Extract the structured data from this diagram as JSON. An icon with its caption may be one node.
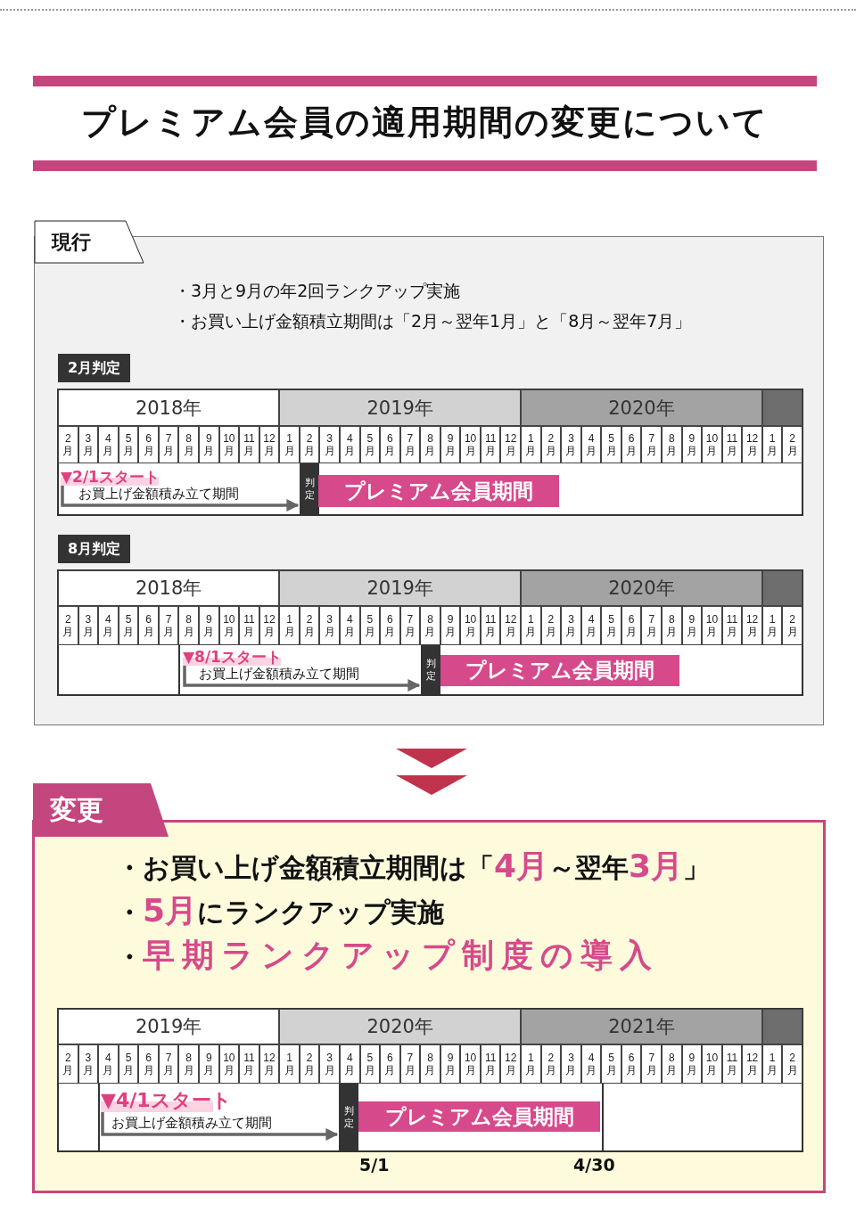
{
  "diagram": {
    "title": "プレミアム会員の適用期間の変更について",
    "nodes": [
      {
        "text": [
          "現行",
          "・3月と9月の年2回ランクアップ実施",
          "・お買い上げ金額積立期間は「2月～翌年1月」と「8月～翌年7月」"
        ]
      },
      {
        "text": [
          "2月判定"
        ],
        "in": 0
      },
      {
        "text": [
          "▼2/1スタート"
        ],
        "in": 0
      },
      {
        "text": [
          "判定"
        ],
        "in": 0
      },
      {
        "text": [
          "プレミアム会員期間"
        ],
        "in": 0
      },
      {
        "text": [
          "8月判定"
        ],
        "in": 0
      },
      {
        "text": [
          "▼8/1スタート"
        ],
        "in": 0
      },
      {
        "text": [
          "判定"
        ],
        "in": 0
      },
      {
        "text": [
          "プレミアム会員期間"
        ],
        "in": 0
      },
      {
        "text": [
          "変更",
          "・お買い上げ金額積立期間は「**4月**～翌年**3月**」",
          "・**5月**にランクアップ実施",
          "・**早期ランクアップ制度の導入**"
        ]
      },
      {
        "text": [
          "▼4/1スタート"
        ],
        "in": 9
      },
      {
        "text": [
          "判定"
        ],
        "in": 9
      },
      {
        "text": [
          "プレミアム会員期間"
        ],
        "in": 9
      }
    ],
    "edges": [
      {
        "from": 2,
        "to": 3,
        "arrow": "to",
        "label": "お買上げ金額積み立て期間"
      },
      {
        "from": 6,
        "to": 7,
        "arrow": "to",
        "label": "お買上げ金額積み立て期間"
      },
      {
        "from": 0,
        "to": 9,
        "arrow": "to"
      },
      {
        "from": 10,
        "to": 11,
        "arrow": "to",
        "label": "お買上げ金額積み立て期間"
      }
    ],
    "labels": [
      "2018年",
      "2019年",
      "2020年",
      "2月",
      "3月",
      "4月",
      "5月",
      "6月",
      "7月",
      "8月",
      "9月",
      "10月",
      "11月",
      "12月",
      "1月",
      "2月",
      "3月",
      "4月",
      "5月",
      "6月",
      "7月",
      "8月",
      "9月",
      "10月",
      "11月",
      "12月",
      "1月",
      "2月",
      "3月",
      "4月",
      "5月",
      "6月",
      "7月",
      "8月",
      "9月",
      "10月",
      "11月",
      "12月",
      "1月",
      "2月",
      "2018年",
      "2019年",
      "2020年",
      "2月",
      "3月",
      "4月",
      "5月",
      "6月",
      "7月",
      "8月",
      "9月",
      "10月",
      "11月",
      "12月",
      "1月",
      "2月",
      "3月",
      "4月",
      "5月",
      "6月",
      "7月",
      "8月",
      "9月",
      "10月",
      "11月",
      "12月",
      "1月",
      "2月",
      "3月",
      "4月",
      "5月",
      "6月",
      "7月",
      "8月",
      "9月",
      "10月",
      "11月",
      "12月",
      "1月",
      "2月",
      "2019年",
      "2020年",
      "2021年",
      "2月",
      "3月",
      "4月",
      "5月",
      "6月",
      "7月",
      "8月",
      "9月",
      "10月",
      "11月",
      "12月",
      "1月",
      "2月",
      "3月",
      "4月",
      "5月",
      "6月",
      "7月",
      "8月",
      "9月",
      "10月",
      "11月",
      "12月",
      "1月",
      "2月",
      "3月",
      "4月",
      "5月",
      "6月",
      "7月",
      "8月",
      "9月",
      "10月",
      "11月",
      "12月",
      "1月",
      "2月",
      "5/1",
      "4/30"
    ]
  }
}
